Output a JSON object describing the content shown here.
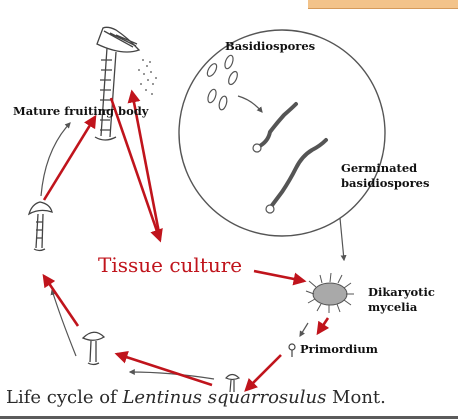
{
  "labels": {
    "basidiospores": "Basidiospores",
    "germinated_line1": "Germinated",
    "germinated_line2": "basidiospores",
    "mature_fruiting_body": "Mature fruiting body",
    "tissue_culture": "Tissue culture",
    "dikaryotic_line1": "Dikaryotic",
    "dikaryotic_line2": "mycelia",
    "primordium": "Primordium"
  },
  "caption": {
    "prefix": "Life cycle of ",
    "species": "Lentinus squarrosulus",
    "suffix": " Mont."
  },
  "colors": {
    "arrow_red": "#c0141c",
    "sketch": "#4a4a4a",
    "accent_tab": "#f3c38a"
  }
}
